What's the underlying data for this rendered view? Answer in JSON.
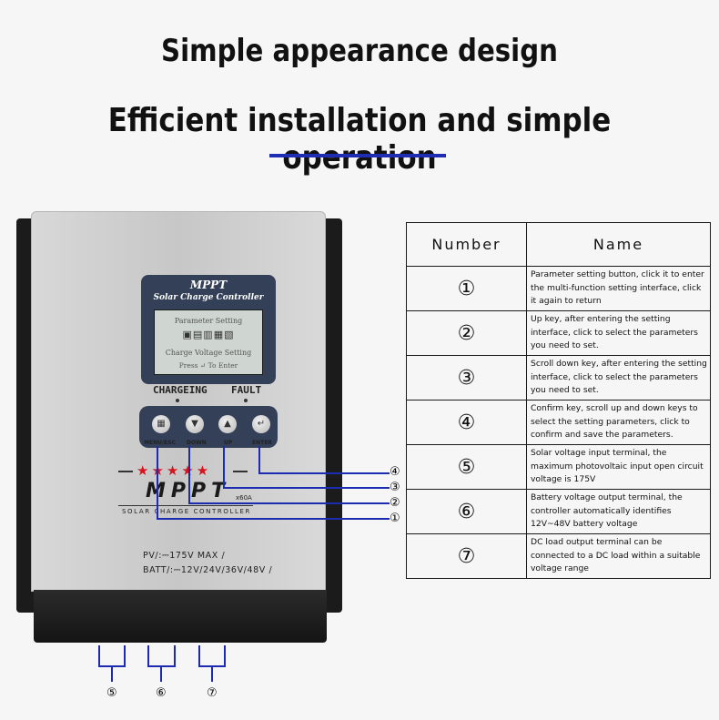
{
  "titles": {
    "line1": "Simple appearance design",
    "line2": "Efficient installation and simple operation"
  },
  "colors": {
    "accent": "#1e2db3",
    "star": "#d4141f",
    "panel": "#334058"
  },
  "device": {
    "lcd": {
      "brand": "MPPT",
      "subtitle": "Solar Charge Controller",
      "line1": "Parameter Setting",
      "icons": "▣▤▥▦▧",
      "line2": "Charge Voltage Setting",
      "line3": "Press ↵ To Enter"
    },
    "leds": {
      "charging": "CHARGEING",
      "fault": "FAULT"
    },
    "keys": [
      {
        "label": "MENU/ESC",
        "icon": "grid-icon",
        "glyph": "▦"
      },
      {
        "label": "DOWN",
        "icon": "arrow-down-icon",
        "glyph": "▼"
      },
      {
        "label": "UP",
        "icon": "arrow-up-icon",
        "glyph": "▲"
      },
      {
        "label": "ENTER",
        "icon": "enter-icon",
        "glyph": "↵"
      }
    ],
    "stars": "★★★★★",
    "logo": "MPPT",
    "model": "x60A",
    "controller_label": "SOLAR CHARGE CONTROLLER",
    "pv_spec": "PV/:⎓175V MAX /",
    "batt_spec": "BATT/:⎓12V/24V/36V/48V /"
  },
  "callouts": {
    "c4": "④",
    "c3": "③",
    "c2": "②",
    "c1": "①",
    "c5": "⑤",
    "c6": "⑥",
    "c7": "⑦"
  },
  "table": {
    "header_number": "Number",
    "header_name": "Name",
    "rows": [
      {
        "number": "①",
        "name": "Parameter setting button, click it to enter the multi-function setting interface, click it again to return"
      },
      {
        "number": "②",
        "name": "Up key, after entering the setting interface, click to select the parameters you need to set."
      },
      {
        "number": "③",
        "name": "Scroll down key, after entering the setting interface, click to select the parameters you need to set."
      },
      {
        "number": "④",
        "name": "Confirm key, scroll up and down keys to select the setting parameters, click to confirm and save the parameters."
      },
      {
        "number": "⑤",
        "name": "Solar voltage input terminal, the maximum photovoltaic input open circuit voltage is 175V"
      },
      {
        "number": "⑥",
        "name": "Battery voltage output terminal, the controller automatically identifies 12V~48V battery voltage"
      },
      {
        "number": "⑦",
        "name": "DC load output terminal can be connected to a DC load within a suitable voltage range"
      }
    ]
  }
}
